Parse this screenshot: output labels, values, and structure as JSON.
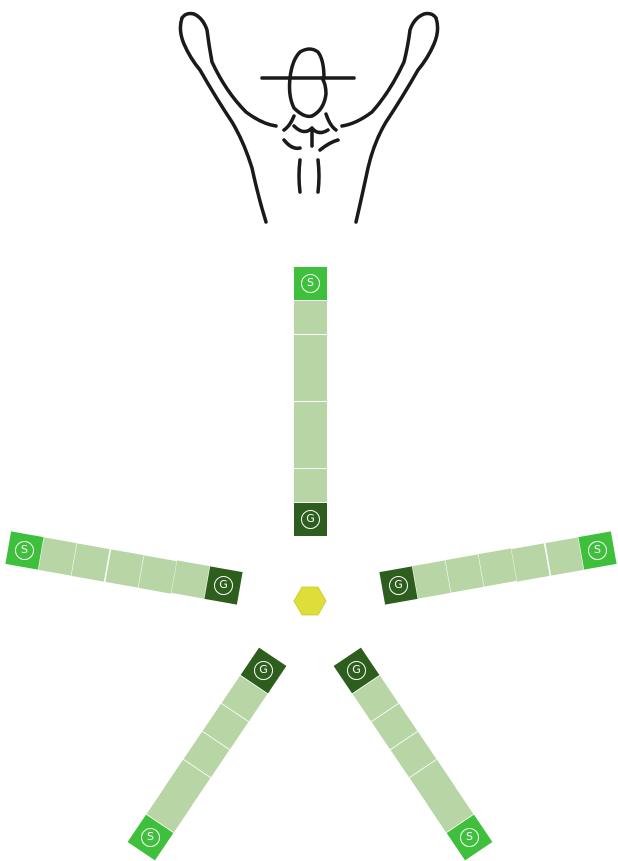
{
  "figure": {
    "icon": "person-arms-raised-with-hat"
  },
  "maze": {
    "colors": {
      "start": "#3fc03c",
      "goal": "#2e5e1e",
      "empty": "#b8d6a5",
      "center": "#dede3a"
    },
    "arms": [
      {
        "name": "top",
        "direction_deg": 270,
        "start_label": "S",
        "goal_label": "G",
        "empty_cells": 6
      },
      {
        "name": "right",
        "direction_deg": 350,
        "start_label": "S",
        "goal_label": "G",
        "empty_cells": 5
      },
      {
        "name": "lower-right",
        "direction_deg": 56,
        "start_label": "S",
        "goal_label": "G",
        "empty_cells": 5
      },
      {
        "name": "lower-left",
        "direction_deg": 124,
        "start_label": "S",
        "goal_label": "G",
        "empty_cells": 5
      },
      {
        "name": "left",
        "direction_deg": 190,
        "start_label": "S",
        "goal_label": "G",
        "empty_cells": 5
      }
    ],
    "center": {
      "shape": "hexagon",
      "icon": "center-hexagon"
    }
  }
}
